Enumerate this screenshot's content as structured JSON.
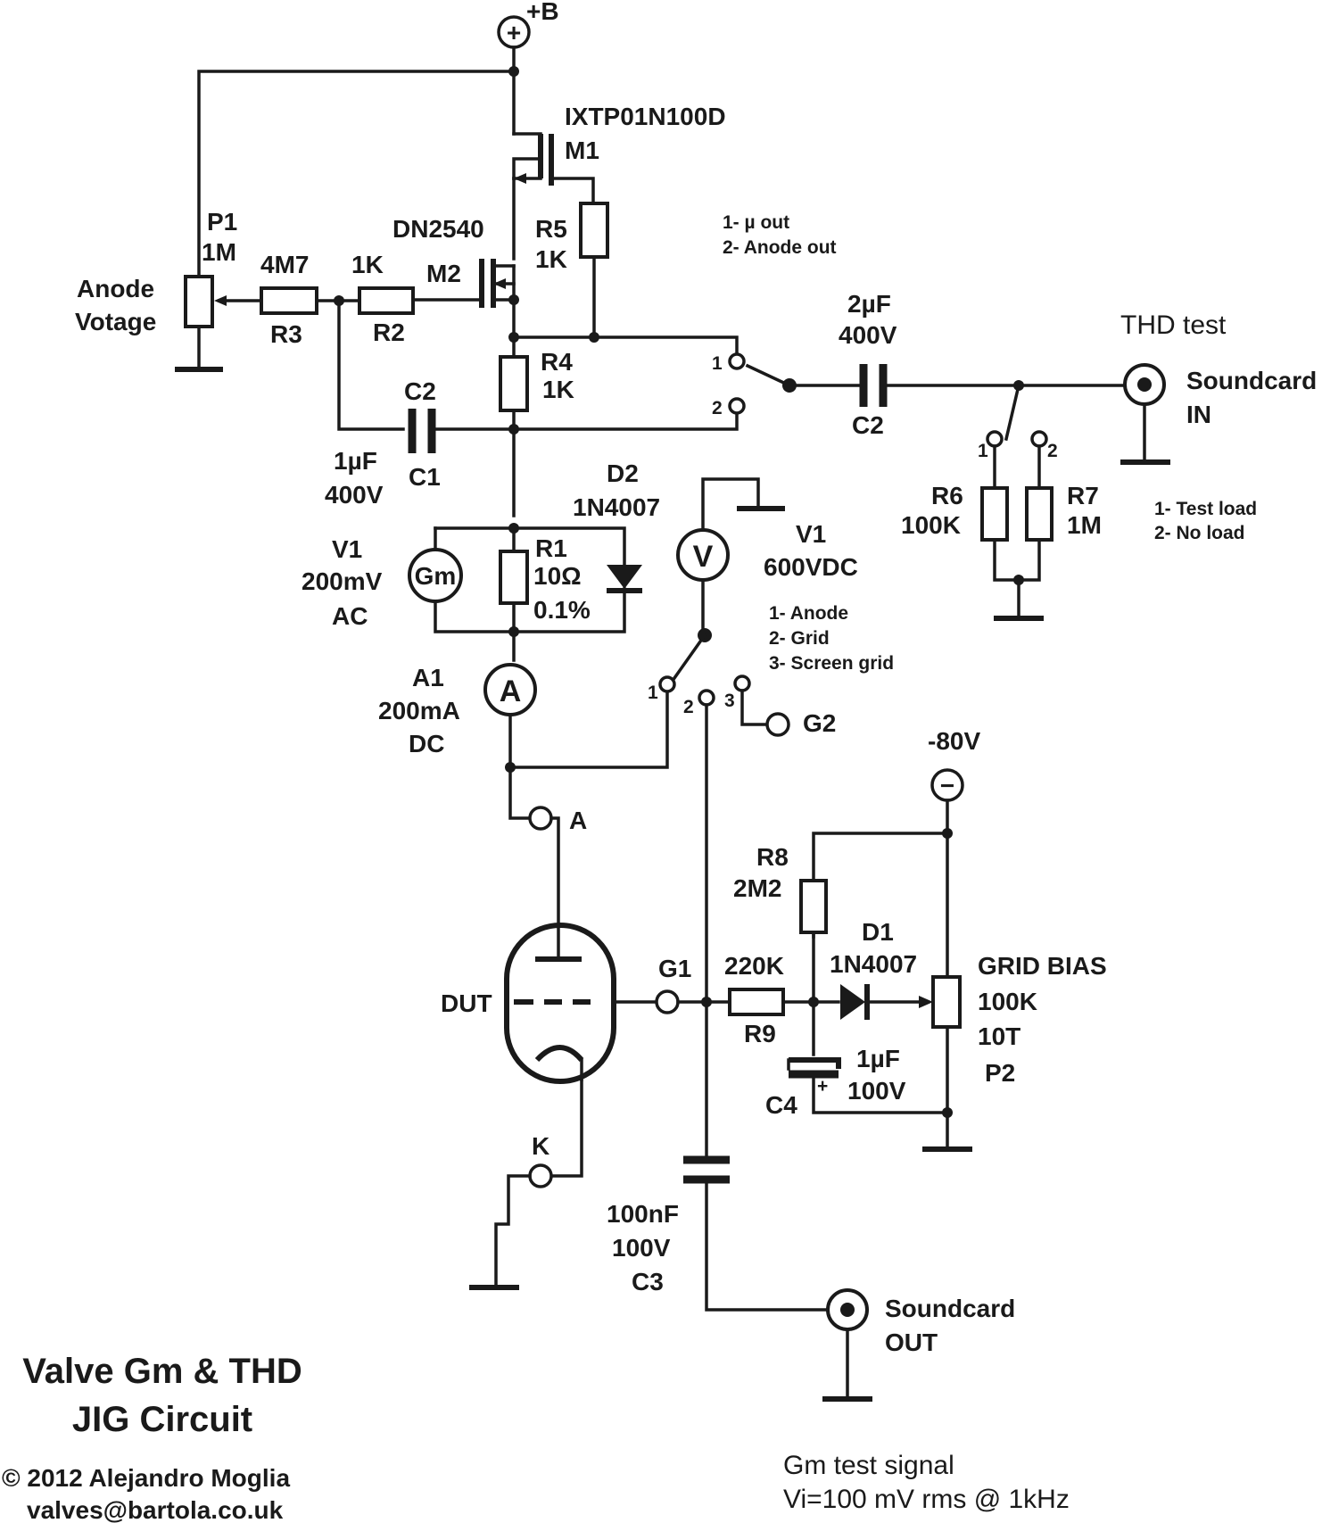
{
  "title": {
    "line1": "Valve Gm & THD",
    "line2": "JIG Circuit",
    "copyright": "© 2012 Alejandro Moglia",
    "email": "valves@bartola.co.uk"
  },
  "supply": {
    "plus_b": "+B",
    "plus_symbol": "+",
    "minus_80": "-80V",
    "minus_symbol": "−"
  },
  "mosfets": {
    "m1_part": "IXTP01N100D",
    "m1_ref": "M1",
    "m2_part": "DN2540",
    "m2_ref": "M2"
  },
  "resistors": {
    "p1_ref": "P1",
    "p1_val": "1M",
    "anode_line1": "Anode",
    "anode_line2": "Votage",
    "r3_val": "4M7",
    "r3_ref": "R3",
    "r2_val": "1K",
    "r2_ref": "R2",
    "r5_ref": "R5",
    "r5_val": "1K",
    "r4_ref": "R4",
    "r4_val": "1K",
    "r1_ref": "R1",
    "r1_val": "10Ω",
    "r1_tol": "0.1%",
    "r6_ref": "R6",
    "r6_val": "100K",
    "r7_ref": "R7",
    "r7_val": "1M",
    "r8_ref": "R8",
    "r8_val": "2M2",
    "r9_val": "220K",
    "r9_ref": "R9",
    "p2_line1": "GRID BIAS",
    "p2_line2": "100K",
    "p2_line3": "10T",
    "p2_line4": "P2"
  },
  "capacitors": {
    "c2a_ref": "C2",
    "c1_val1": "1µF",
    "c1_val2": "400V",
    "c1_ref": "C1",
    "c2b_val1": "2µF",
    "c2b_val2": "400V",
    "c2b_ref": "C2",
    "c4_val1": "1µF",
    "c4_val2": "100V",
    "c4_ref": "C4",
    "c4_plus": "+",
    "c3_val1": "100nF",
    "c3_val2": "100V",
    "c3_ref": "C3"
  },
  "diodes": {
    "d2_ref": "D2",
    "d2_part": "1N4007",
    "d1_ref": "D1",
    "d1_part": "1N4007"
  },
  "meters": {
    "gm_symbol": "Gm",
    "v1a_ref": "V1",
    "v1a_range": "200mV",
    "v1a_mode": "AC",
    "v_symbol": "V",
    "v1b_ref": "V1",
    "v1b_range": "600VDC",
    "a_symbol": "A",
    "a1_ref": "A1",
    "a1_range": "200mA",
    "a1_mode": "DC"
  },
  "switches": {
    "sw_out_legend1": "1- µ out",
    "sw_out_legend2": "2- Anode out",
    "sw_load_legend1": "1- Test load",
    "sw_load_legend2": "2- No load",
    "sw_v_legend1": "1- Anode",
    "sw_v_legend2": "2- Grid",
    "sw_v_legend3": "3- Screen grid",
    "pos1": "1",
    "pos2": "2",
    "pos3": "3"
  },
  "connectors": {
    "thd_test": "THD  test",
    "sc_in_1": "Soundcard",
    "sc_in_2": "IN",
    "sc_out_1": "Soundcard",
    "sc_out_2": "OUT",
    "g2": "G2",
    "anode": "A",
    "g1": "G1",
    "cathode": "K",
    "dut": "DUT"
  },
  "notes": {
    "gm_signal_1": "Gm test signal",
    "gm_signal_2": "Vi=100 mV rms @ 1kHz"
  }
}
